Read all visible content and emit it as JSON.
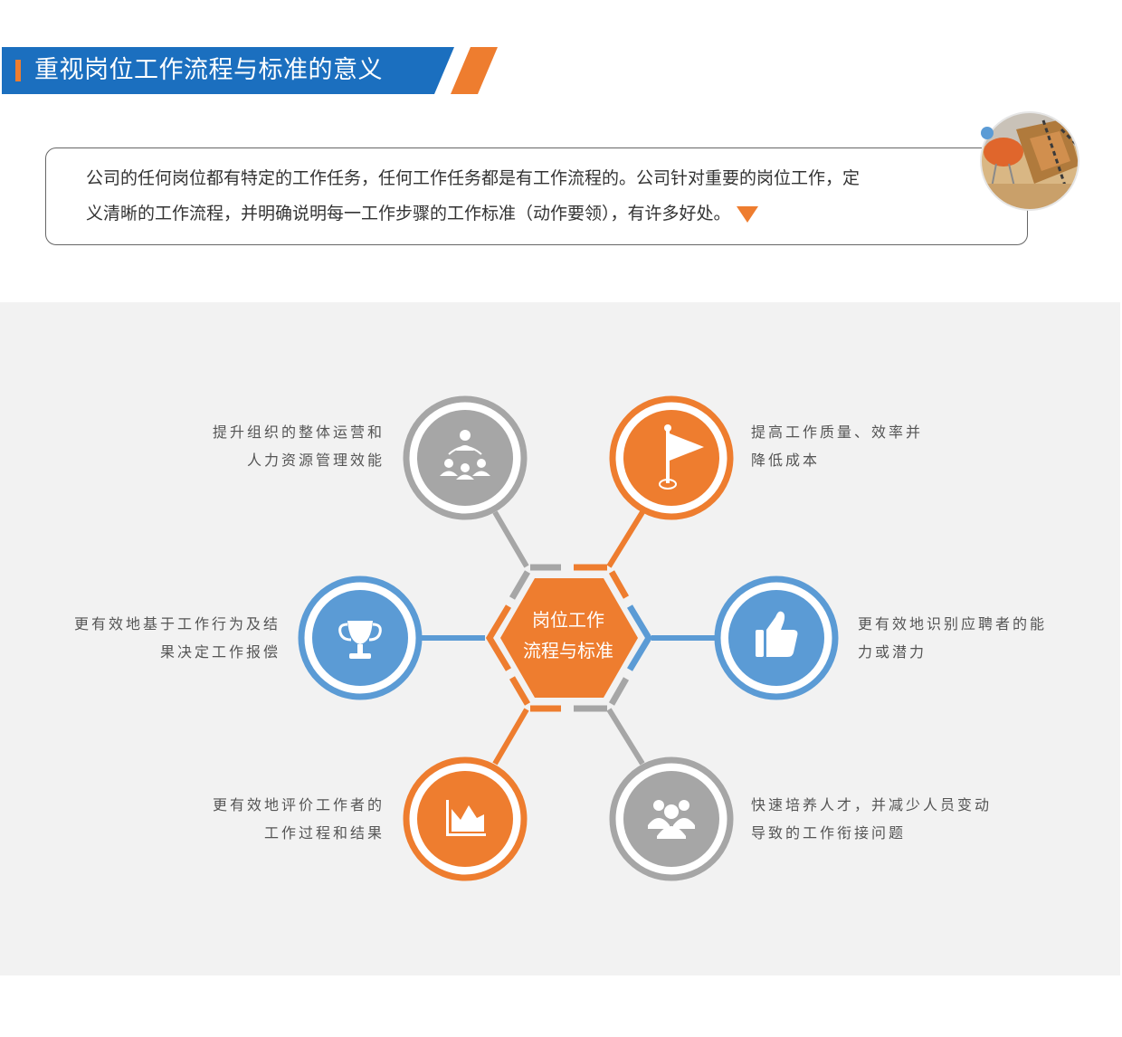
{
  "header": {
    "title": "重视岗位工作流程与标准的意义",
    "colors": {
      "blue": "#1b6fbf",
      "orange": "#ee7d2f"
    }
  },
  "intro": {
    "line1": "公司的任何岗位都有特定的工作任务，任何工作任务都是有工作流程的。公司针对重要的岗位工作，定",
    "line2": "义清晰的工作流程，并明确说明每一工作步骤的工作标准（动作要领），有许多好处。"
  },
  "hub": {
    "line1": "岗位工作",
    "line2": "流程与标准",
    "color": "#ee7d2f"
  },
  "items": [
    {
      "line1": "提升组织的整体运营和",
      "line2": "人力资源管理效能",
      "icon": "people-network-icon",
      "color": "#a6a6a6"
    },
    {
      "line1": "提高工作质量、效率并",
      "line2": "降低成本",
      "icon": "flag-icon",
      "color": "#ee7d2f"
    },
    {
      "line1": "更有效地基于工作行为及结",
      "line2": "果决定工作报偿",
      "icon": "trophy-icon",
      "color": "#5b9bd5"
    },
    {
      "line1": "更有效地识别应聘者的能",
      "line2": "力或潜力",
      "icon": "thumbs-up-icon",
      "color": "#5b9bd5"
    },
    {
      "line1": "更有效地评价工作者的",
      "line2": "工作过程和结果",
      "icon": "area-chart-icon",
      "color": "#ee7d2f"
    },
    {
      "line1": "快速培养人才，并减少人员变动",
      "line2": "导致的工作衔接问题",
      "icon": "group-icon",
      "color": "#a6a6a6"
    }
  ]
}
